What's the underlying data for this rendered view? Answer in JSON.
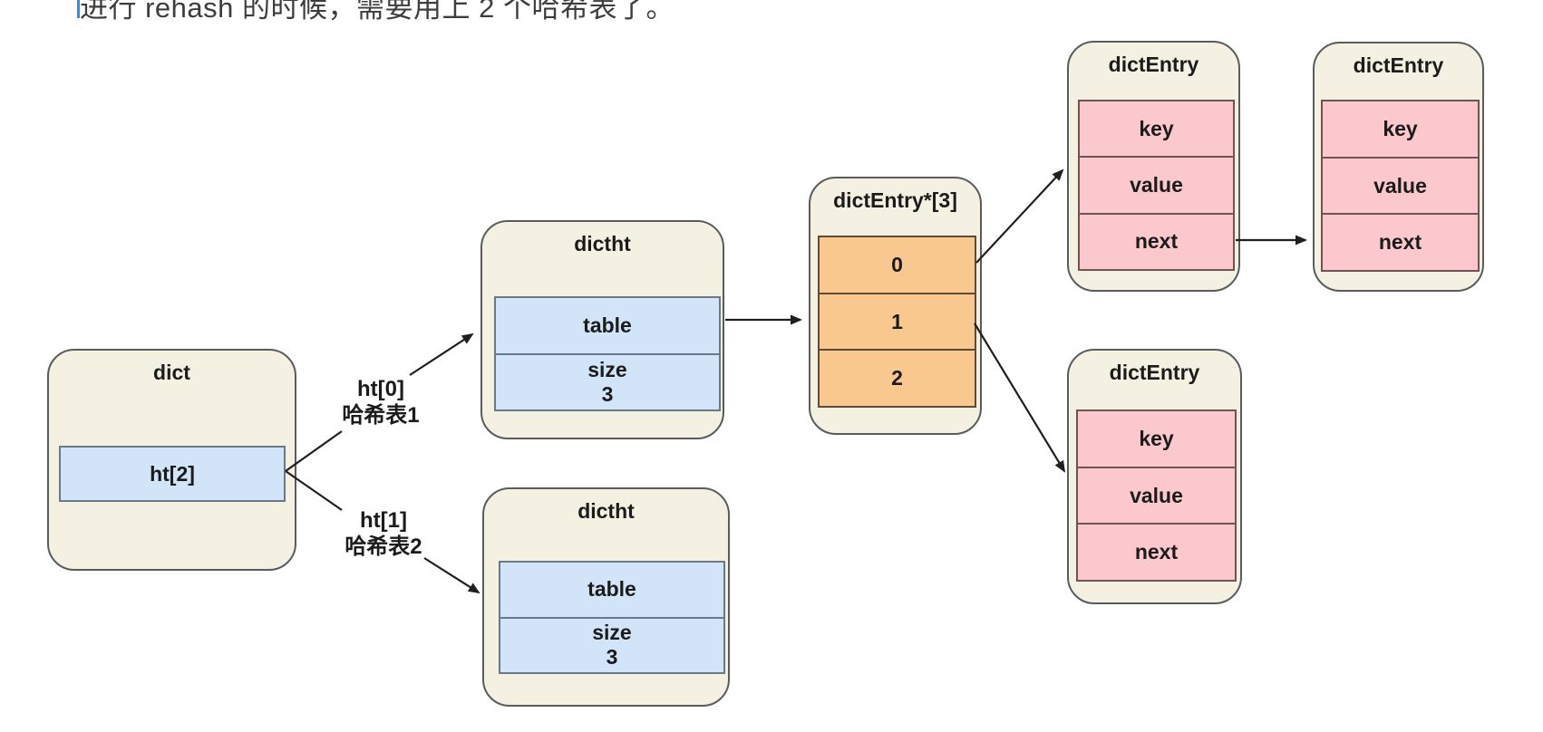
{
  "caption": {
    "text": "进行 rehash 的时候，需要用上 2 个哈希表了。"
  },
  "colors": {
    "node_fill": "#f4f0e2",
    "node_border": "#5a5b5d",
    "blue_fill": "#d2e4f8",
    "blue_border": "#6b7888",
    "orange_fill": "#f8c88f",
    "orange_border": "#5d4a36",
    "pink_fill": "#fbc9cd",
    "pink_border": "#6f5456",
    "arrow": "#1f1f1f",
    "text": "#1b1b1b",
    "caption": "#3d3d3d",
    "cursor": "#3f86dd"
  },
  "nodes": {
    "dict": {
      "title": "dict",
      "cells": [
        {
          "label": "ht[2]"
        }
      ]
    },
    "dictht1": {
      "title": "dictht",
      "cells": [
        {
          "label": "table"
        },
        {
          "label": "size",
          "value": "3"
        }
      ]
    },
    "dictht2": {
      "title": "dictht",
      "cells": [
        {
          "label": "table"
        },
        {
          "label": "size",
          "value": "3"
        }
      ]
    },
    "bucket": {
      "title": "dictEntry*[3]",
      "cells": [
        {
          "label": "0"
        },
        {
          "label": "1"
        },
        {
          "label": "2"
        }
      ]
    },
    "entry1": {
      "title": "dictEntry",
      "cells": [
        {
          "label": "key"
        },
        {
          "label": "value"
        },
        {
          "label": "next"
        }
      ]
    },
    "entry2": {
      "title": "dictEntry",
      "cells": [
        {
          "label": "key"
        },
        {
          "label": "value"
        },
        {
          "label": "next"
        }
      ]
    },
    "entry3": {
      "title": "dictEntry",
      "cells": [
        {
          "label": "key"
        },
        {
          "label": "value"
        },
        {
          "label": "next"
        }
      ]
    }
  },
  "labels": {
    "ht0": {
      "line1": "ht[0]",
      "line2": "哈希表1"
    },
    "ht1": {
      "line1": "ht[1]",
      "line2": "哈希表2"
    }
  },
  "edges": [
    {
      "from": "dict.ht[2]",
      "to": "label-ht0"
    },
    {
      "from": "dict.ht[2]",
      "to": "label-ht1"
    },
    {
      "from": "label-ht0",
      "to": "dictht1"
    },
    {
      "from": "label-ht1",
      "to": "dictht2"
    },
    {
      "from": "dictht1.table",
      "to": "bucket"
    },
    {
      "from": "bucket.0",
      "to": "entry1"
    },
    {
      "from": "bucket.1",
      "to": "entry3"
    },
    {
      "from": "entry1.next",
      "to": "entry2"
    }
  ]
}
